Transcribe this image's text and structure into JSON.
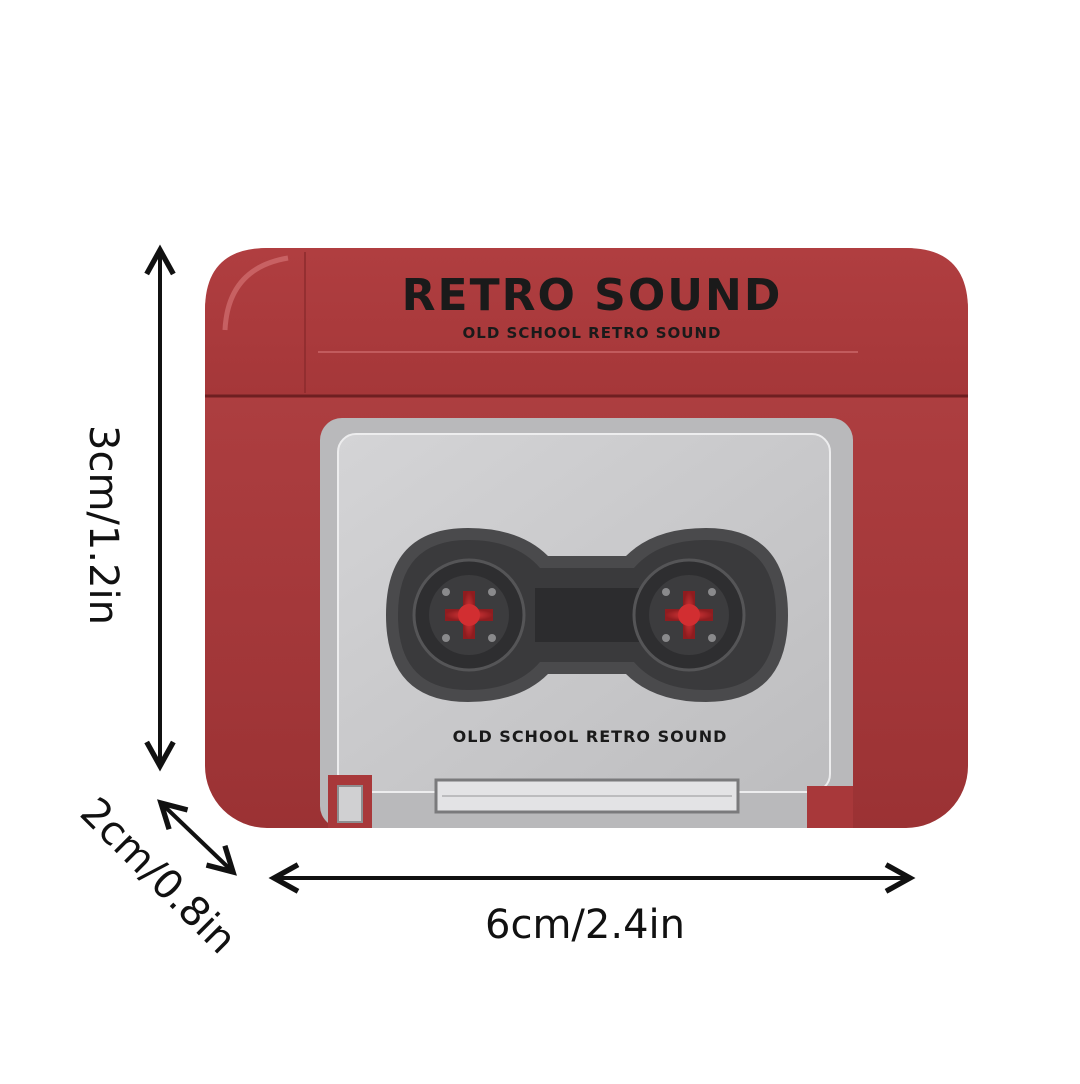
{
  "product": {
    "brand_title": "RETRO SOUND",
    "lid_subtitle": "OLD SCHOOL RETRO SOUND",
    "label_text": "OLD SCHOOL RETRO SOUND"
  },
  "dimensions": {
    "height": "3cm/1.2in",
    "depth": "2cm/0.8in",
    "width": "6cm/2.4in"
  },
  "colors": {
    "case_red": "#a8383a",
    "panel_gray": "#c9c9cb",
    "reel_dark": "#3a3a3c",
    "hub_red": "#c8262a"
  },
  "icons": {
    "arrows": "double-headed-arrow"
  }
}
